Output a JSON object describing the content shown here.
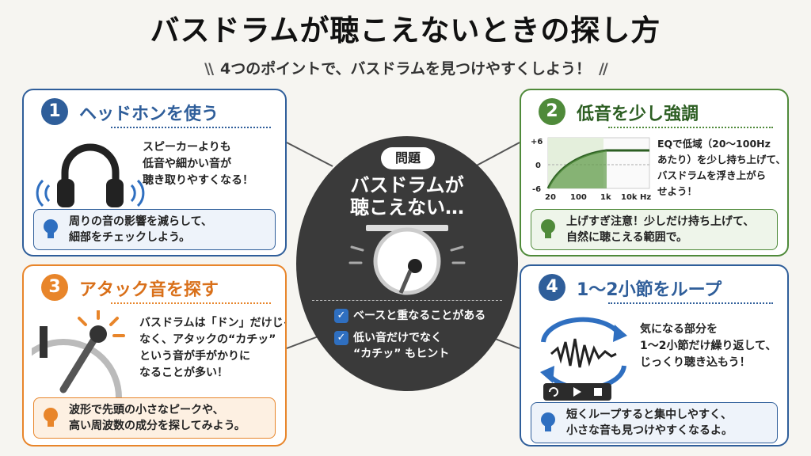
{
  "header": {
    "title": "バスドラムが聴こえないときの探し方",
    "subtitle": "4つのポイントで、バスドラムを見つけやすくしよう！",
    "slash": "\\\\",
    "slash_right": "//"
  },
  "center": {
    "badge": "問題",
    "line1": "バスドラムが",
    "line2": "聴こえない…",
    "check1": "ベースと重なることがある",
    "check2a": "低い音だけでなく",
    "check2b": "“カチッ” もヒント",
    "check_mark": "✓"
  },
  "cards": [
    {
      "num": "1",
      "title": "ヘッドホンを使う",
      "body": [
        "スピーカーよりも",
        "低音や細かい音が",
        "聴き取りやすくなる！"
      ],
      "tip": [
        "周りの音の影響を減らして、",
        "細部をチェックしよう。"
      ]
    },
    {
      "num": "2",
      "title": "低音を少し強調",
      "body": [
        "EQで低域（20〜100Hz",
        "あたり）を少し持ち上げて、",
        "バスドラムを浮き上がら",
        "せよう！"
      ],
      "tip": [
        "上げすぎ注意！少しだけ持ち上げて、",
        "自然に聴こえる範囲で。"
      ]
    },
    {
      "num": "3",
      "title": "アタック音を探す",
      "body": [
        "バスドラムは「ドン」だけじゃ",
        "なく、アタックの“カチッ”",
        "という音が手がかりに",
        "なることが多い！"
      ],
      "tip": [
        "波形で先頭の小さなピークや、",
        "高い周波数の成分を探してみよう。"
      ]
    },
    {
      "num": "4",
      "title": "1〜2小節をループ",
      "body": [
        "気になる部分を",
        "1〜2小節だけ繰り返して、",
        "じっくり聴き込もう！"
      ],
      "tip": [
        "短くループすると集中しやすく、",
        "小さな音も見つけやすくなるよ。"
      ]
    }
  ],
  "eq": {
    "y_ticks": [
      "+6",
      "0",
      "-6"
    ],
    "x_ticks": [
      "20",
      "100",
      "1k",
      "10k Hz"
    ]
  },
  "colors": {
    "blue": "#2f5e9a",
    "green": "#4f8a3a",
    "orange": "#e8852a",
    "dark": "#3a3a3a"
  },
  "icons": [
    "headphones-icon",
    "eq-curve-icon",
    "drum-stick-icon",
    "loop-waveform-icon",
    "bulb-icon",
    "bass-drum-icon"
  ]
}
